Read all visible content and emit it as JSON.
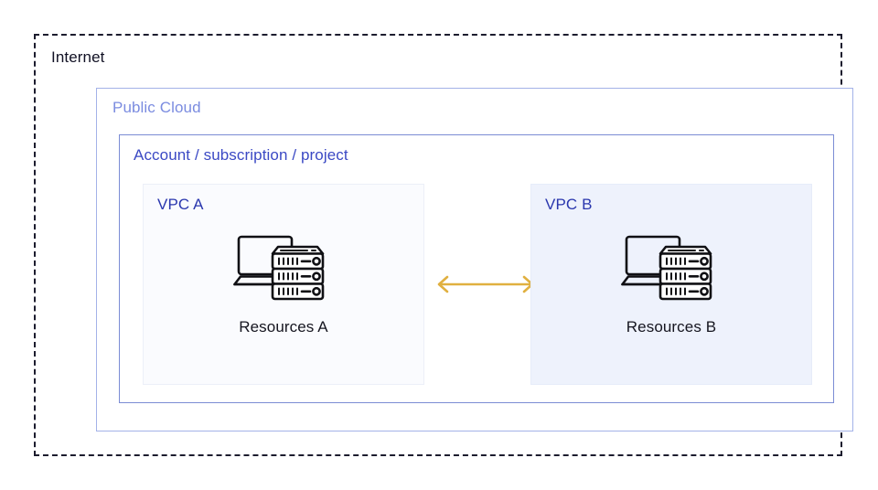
{
  "diagram": {
    "type": "network-architecture",
    "internet": {
      "label": "Internet",
      "border_style": "dashed",
      "border_color": "#1c1c2e"
    },
    "public_cloud": {
      "label": "Public Cloud",
      "title_color": "#7b8ce0",
      "border_color": "#a3b2e8"
    },
    "account": {
      "label": "Account / subscription / project",
      "title_color": "#3b49c4",
      "border_color": "#7b8cd4"
    },
    "vpcs": [
      {
        "label": "VPC A",
        "fill_color": "#fafbfe",
        "resource_label": "Resources A",
        "icon": "laptop-server-rack-icon"
      },
      {
        "label": "VPC B",
        "fill_color": "#eef2fc",
        "resource_label": "Resources B",
        "icon": "laptop-server-rack-icon"
      }
    ],
    "connector": {
      "icon": "double-headed-arrow-icon",
      "color": "#e0b040",
      "direction": "bidirectional"
    }
  }
}
